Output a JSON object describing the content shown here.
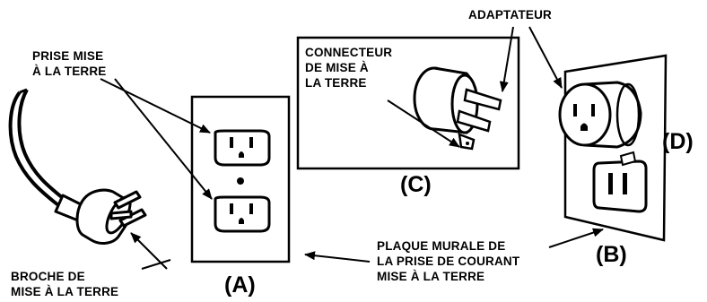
{
  "labels": {
    "prise_mise_terre": "PRISE MISE\nÀ LA TERRE",
    "broche": "BROCHE DE\nMISE À LA TERRE",
    "connecteur": "CONNECTEUR\nDE MISE À\nLA TERRE",
    "adaptateur": "ADAPTATEUR",
    "plaque": "PLAQUE MURALE DE\nLA PRISE DE COURANT\nMISE À LA TERRE"
  },
  "figures": {
    "a": "(A)",
    "b": "(B)",
    "c": "(C)",
    "d": "(D)"
  }
}
